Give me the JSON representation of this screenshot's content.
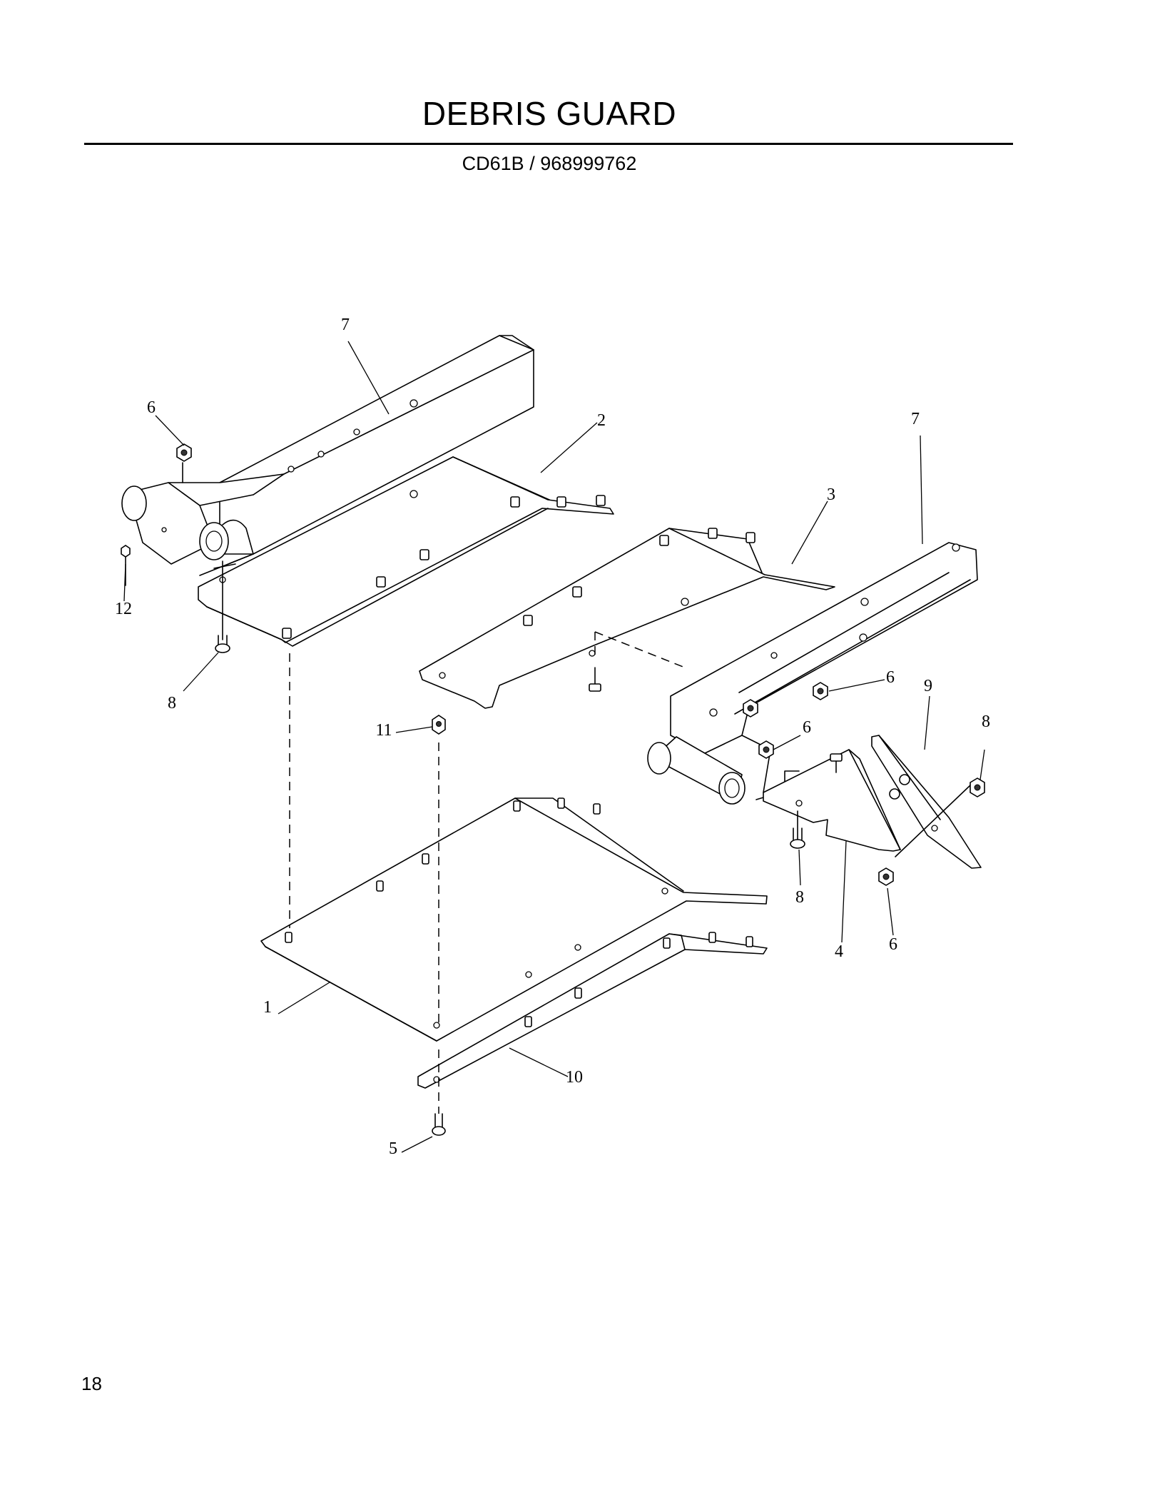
{
  "header": {
    "title": "DEBRIS GUARD",
    "subtitle": "CD61B / 968999762"
  },
  "diagram": {
    "callouts": {
      "c1": "1",
      "c2": "2",
      "c3": "3",
      "c4": "4",
      "c5": "5",
      "c6a": "6",
      "c6b": "6",
      "c6c": "6",
      "c6d": "6",
      "c7a": "7",
      "c7b": "7",
      "c8a": "8",
      "c8b": "8",
      "c8c": "8",
      "c9": "9",
      "c10": "10",
      "c11": "11",
      "c12": "12"
    }
  },
  "footer": {
    "page_number": "18"
  }
}
